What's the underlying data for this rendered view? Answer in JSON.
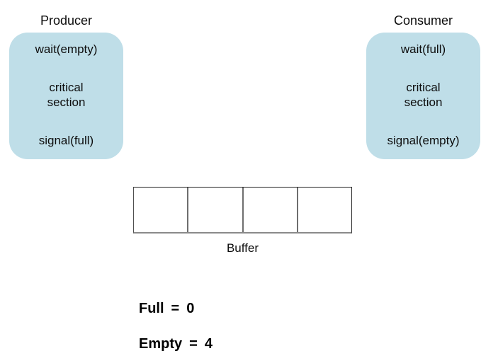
{
  "colors": {
    "process_box_fill": "#bfdee8",
    "text": "#000000",
    "buffer_border": "#2e2e2e",
    "buffer_divider": "#6e6e6e"
  },
  "producer": {
    "title": "Producer",
    "steps": [
      "wait(empty)",
      "critical\nsection",
      "signal(full)"
    ]
  },
  "consumer": {
    "title": "Consumer",
    "steps": [
      "wait(full)",
      "critical\nsection",
      "signal(empty)"
    ]
  },
  "buffer": {
    "label": "Buffer",
    "cells": [
      "",
      "",
      "",
      ""
    ]
  },
  "counters": [
    {
      "label": "Full",
      "equals": "=",
      "value": "0"
    },
    {
      "label": "Empty",
      "equals": "=",
      "value": "4"
    }
  ]
}
